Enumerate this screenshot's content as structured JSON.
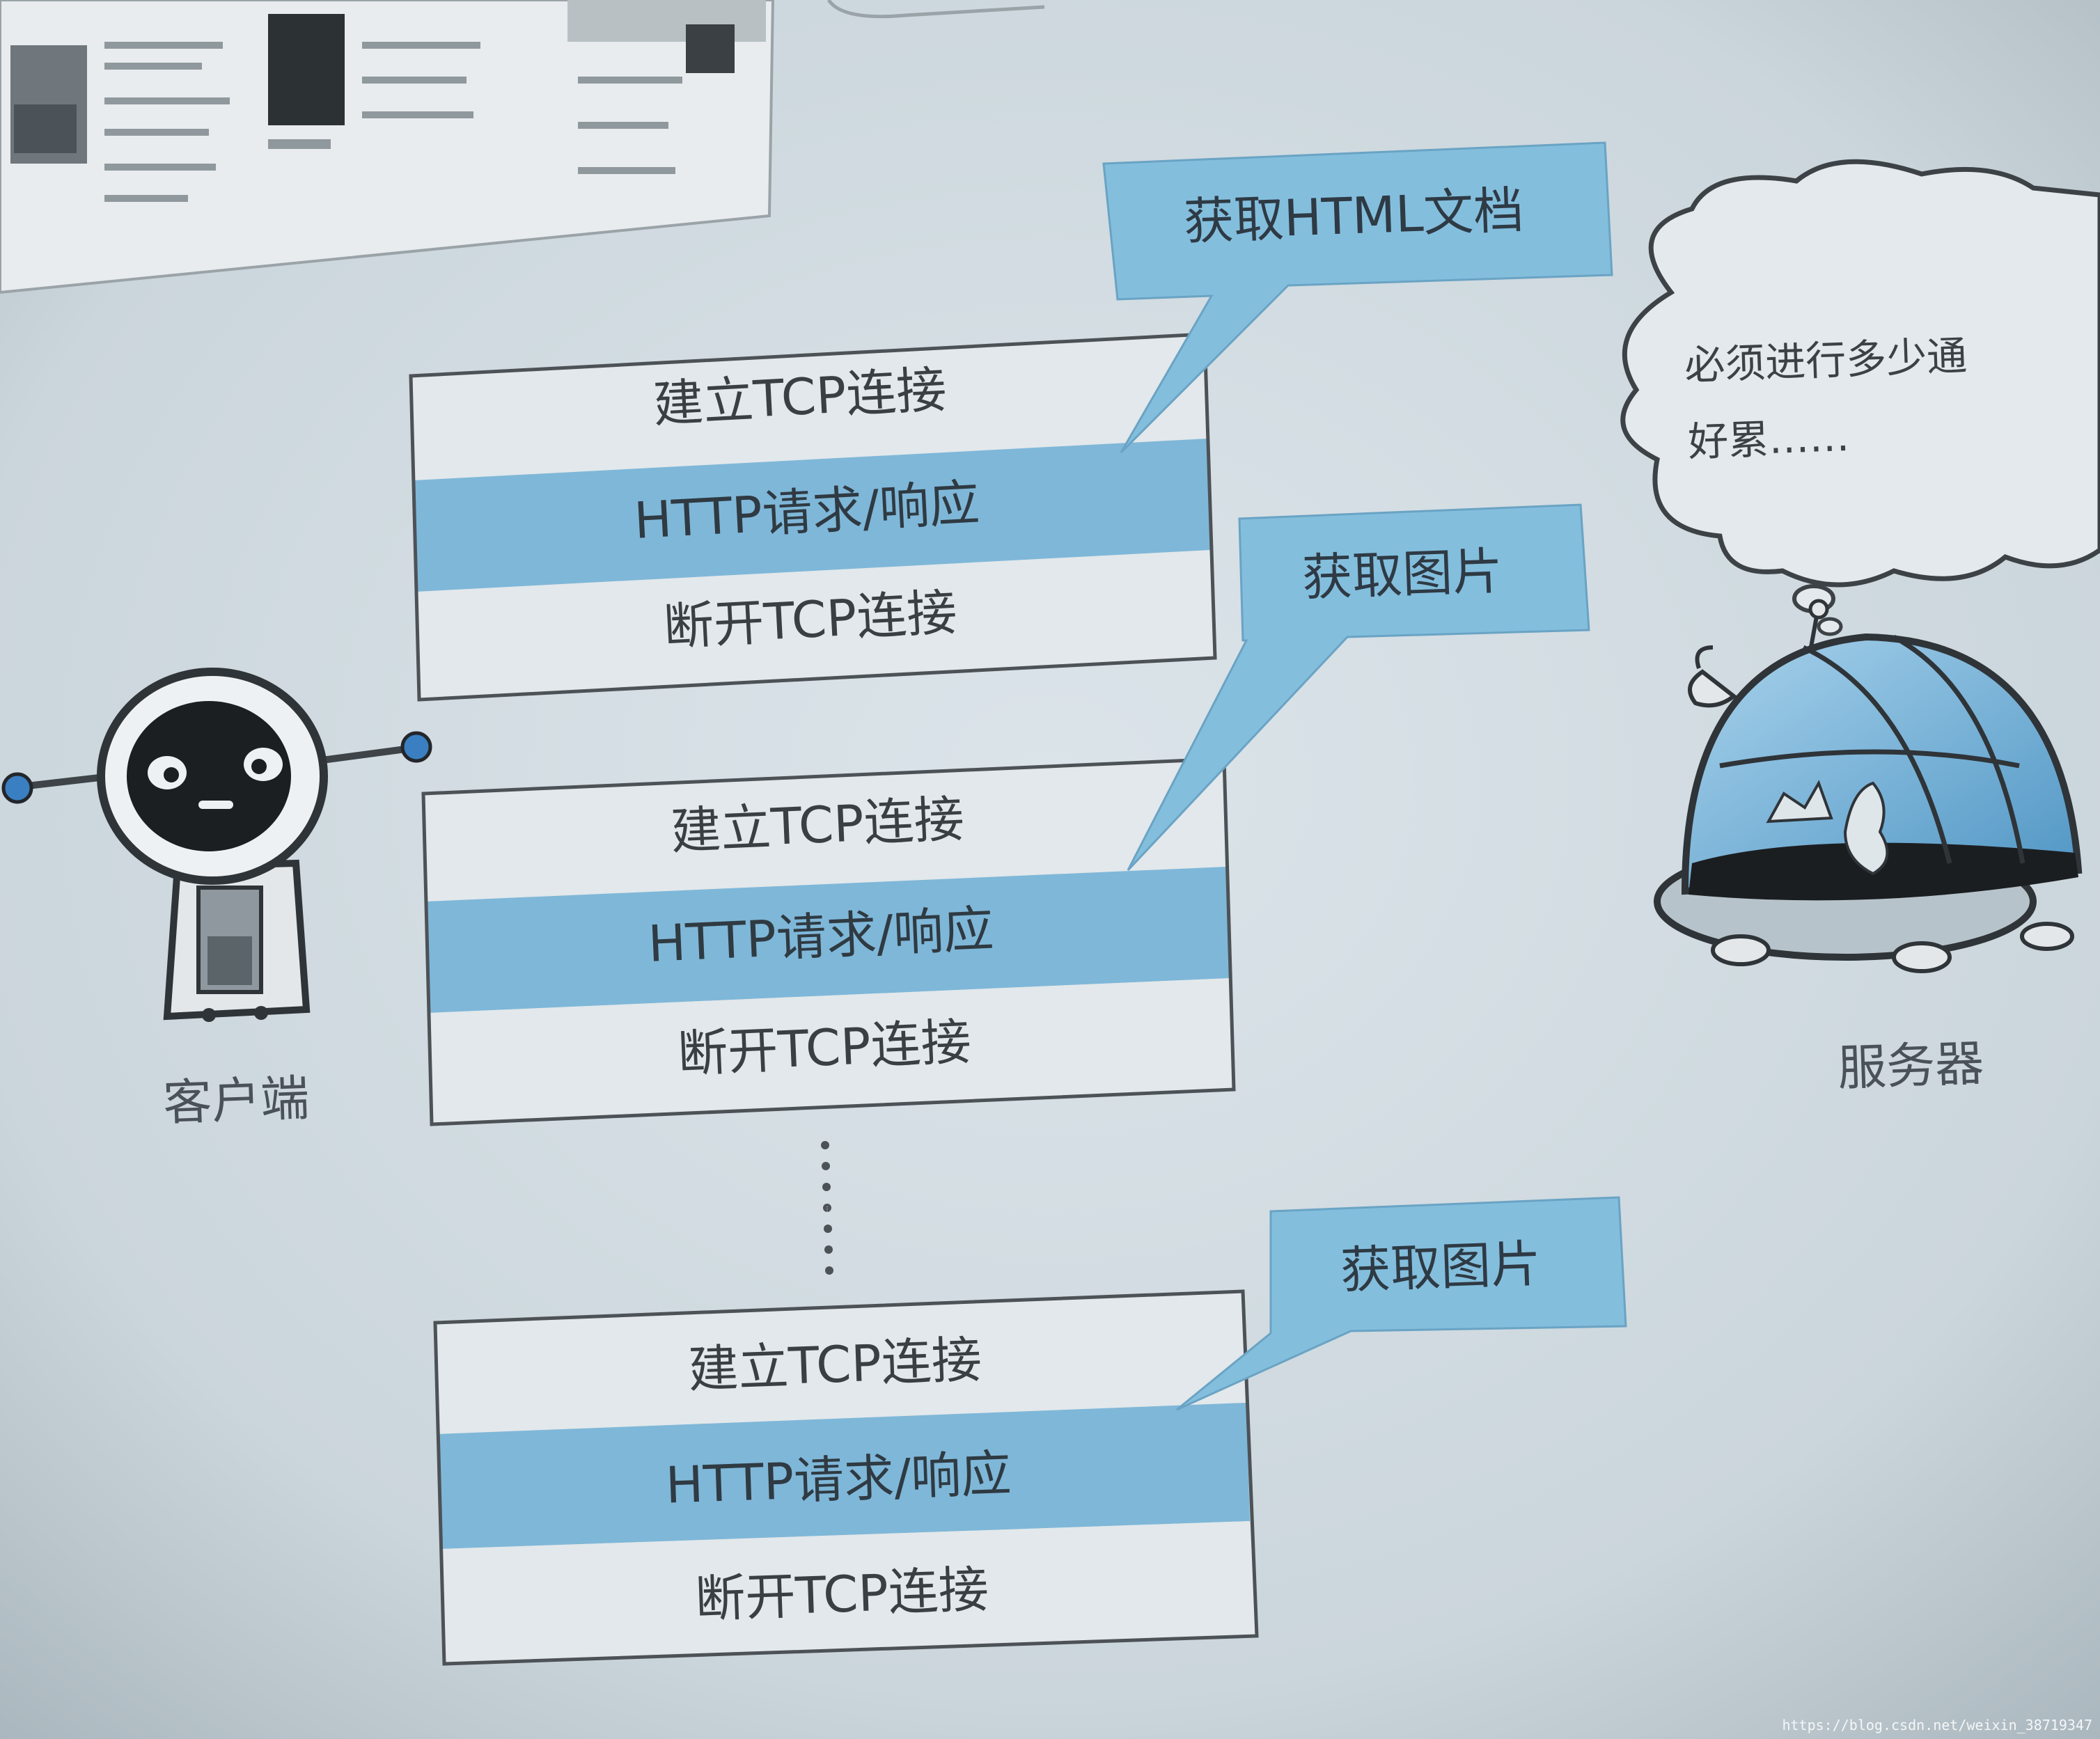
{
  "colors": {
    "background": "#cdd8de",
    "http_row": "#7fb7d8",
    "tcp_row": "#e2e8eb",
    "callout": "#84bedd",
    "outline": "#4d5257"
  },
  "blocks": [
    {
      "connect_label": "建立TCP连接",
      "http_label": "HTTP请求/响应",
      "disconnect_label": "断开TCP连接",
      "callout_label": "获取HTML文档"
    },
    {
      "connect_label": "建立TCP连接",
      "http_label": "HTTP请求/响应",
      "disconnect_label": "断开TCP连接",
      "callout_label": "获取图片"
    },
    {
      "connect_label": "建立TCP连接",
      "http_label": "HTTP请求/响应",
      "disconnect_label": "断开TCP连接",
      "callout_label": "获取图片"
    }
  ],
  "ellipsis": "⋮",
  "client": {
    "icon": "robot-client-icon",
    "caption": "客户端"
  },
  "server": {
    "icon": "dome-server-icon",
    "caption": "服务器",
    "thought_line1": "必须进行多少通",
    "thought_line2": "好累……"
  },
  "watermark": "https://blog.csdn.net/weixin_38719347"
}
